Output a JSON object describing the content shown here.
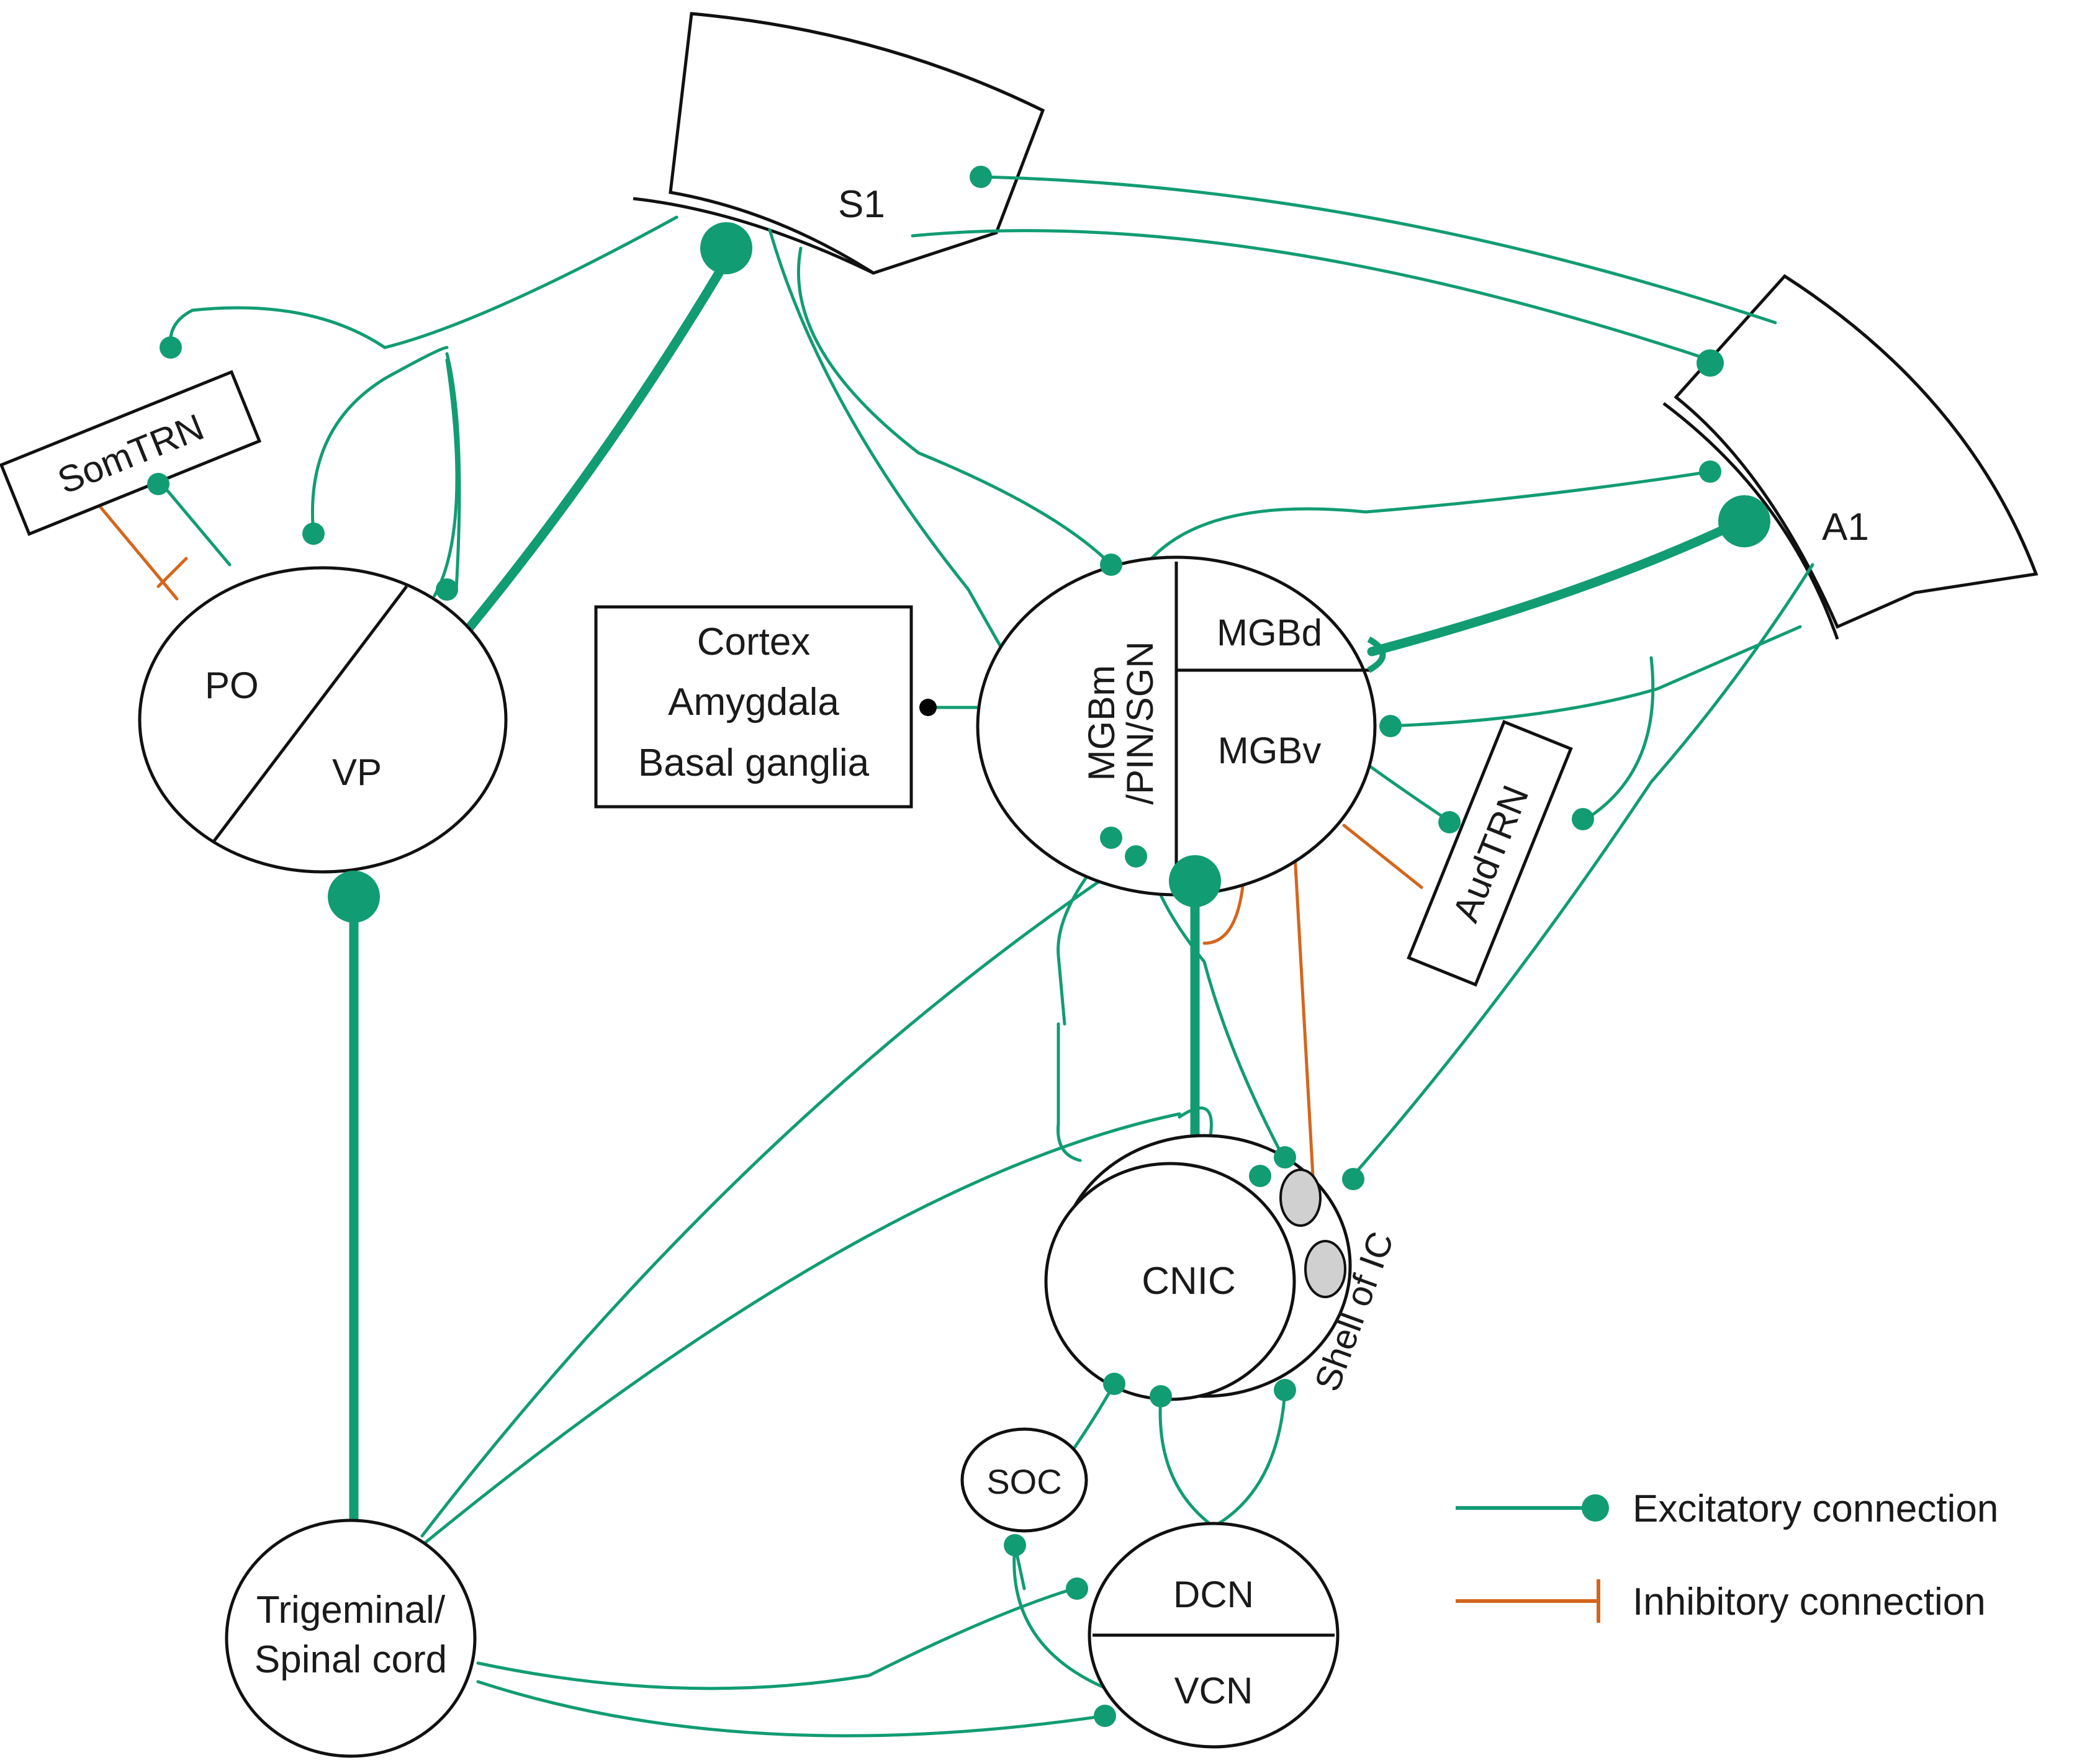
{
  "colors": {
    "excitatory": "#129c73",
    "inhibitory": "#d4661c",
    "outline": "#111111",
    "ic_shell_nucleus": "#d0d0d0"
  },
  "regions": {
    "s1": "S1",
    "a1": "A1",
    "somtrn": "SomTRN",
    "po": "PO",
    "vp": "VP",
    "cortex_box": [
      "Cortex",
      "Amygdala",
      "Basal ganglia"
    ],
    "mgbm": [
      "MGBm",
      "/PIN/SGN"
    ],
    "mgbd": "MGBd",
    "mgbv": "MGBv",
    "audtrn": "AudTRN",
    "cnic": "CNIC",
    "shell_ic": "Shell of IC",
    "soc": "SOC",
    "dcn": "DCN",
    "vcn": "VCN",
    "trigeminal": [
      "Trigeminal/",
      "Spinal cord"
    ]
  },
  "legend": {
    "excitatory": "Excitatory connection",
    "inhibitory": "Inhibitory connection"
  }
}
